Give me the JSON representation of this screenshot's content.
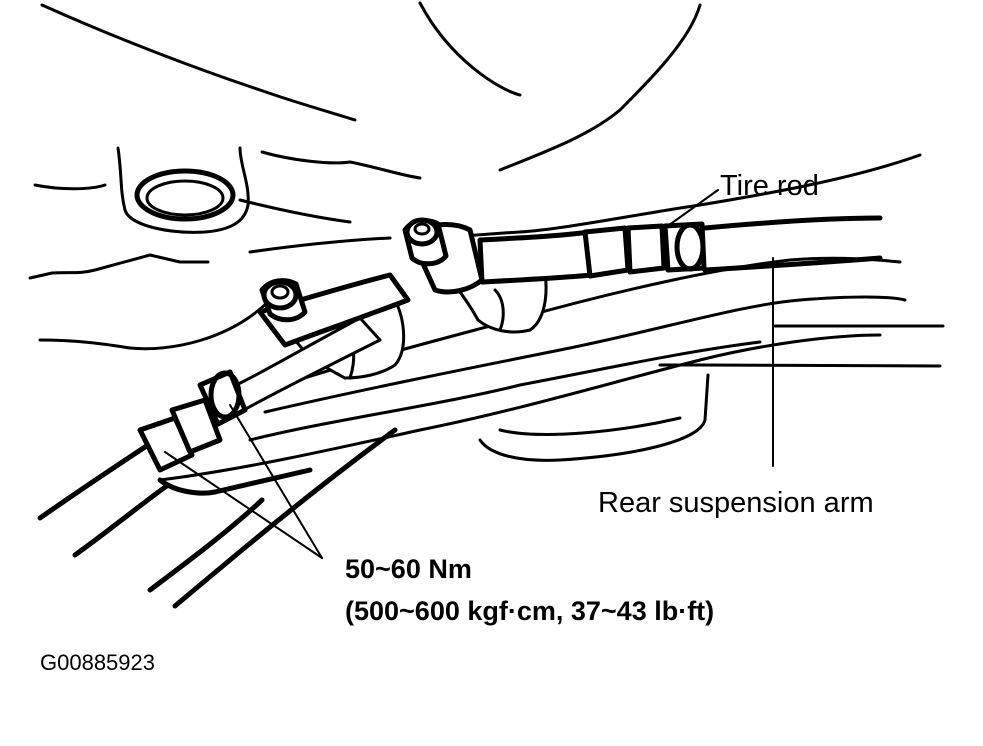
{
  "labels": {
    "tire_rod": "Tire rod",
    "rear_suspension_arm": "Rear suspension arm",
    "torque_value": "50~60 Nm",
    "torque_conversion": "(500~600 kgf·cm, 37~43 lb·ft)",
    "figure_code": "G00885923"
  }
}
